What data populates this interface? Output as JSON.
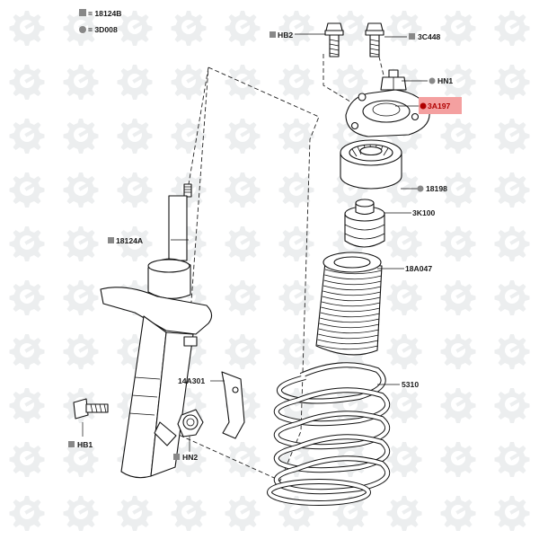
{
  "legend": [
    {
      "marker": "square",
      "text": "= 18124B"
    },
    {
      "marker": "circle",
      "text": "= 3D008"
    }
  ],
  "callouts": {
    "hb2": {
      "code": "HB2",
      "marker": "square"
    },
    "c3448": {
      "code": "3C448",
      "marker": "square"
    },
    "hn1": {
      "code": "HN1",
      "marker": "circle"
    },
    "a3197": {
      "code": "3A197",
      "marker": "circle",
      "highlighted": true
    },
    "p18198": {
      "code": "18198",
      "marker": "circle"
    },
    "k3100": {
      "code": "3K100",
      "marker": "none"
    },
    "a18047": {
      "code": "18A047",
      "marker": "none"
    },
    "s5310": {
      "code": "5310",
      "marker": "none"
    },
    "a18124": {
      "code": "18124A",
      "marker": "square"
    },
    "a14301": {
      "code": "14A301",
      "marker": "none"
    },
    "hb1": {
      "code": "HB1",
      "marker": "square"
    },
    "hn2": {
      "code": "HN2",
      "marker": "square"
    }
  },
  "colors": {
    "highlight_fill": "#f4a0a0",
    "highlight_text": "#b00000",
    "marker_gray": "#888888",
    "watermark": "#eceeef"
  },
  "icons": {
    "watermark": "gear-wrench-watermark-icon"
  }
}
